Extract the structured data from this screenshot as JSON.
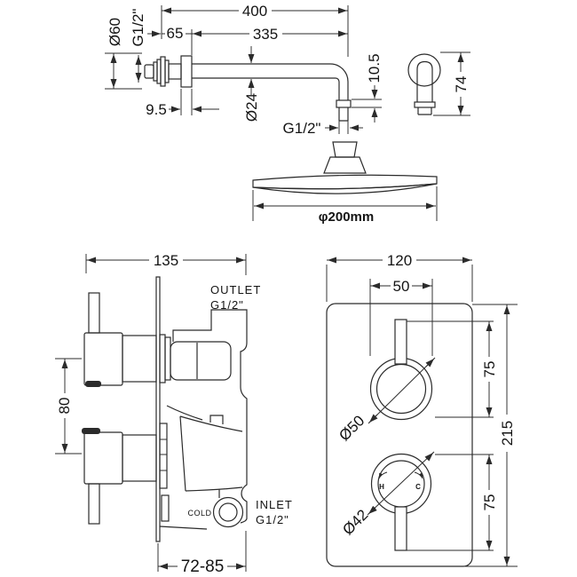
{
  "meta": {
    "background": "#ffffff",
    "line_color": "#2b2b2b",
    "text_color": "#141414",
    "description": "Technical dimension drawing of a wall-mounted shower arm with round shower head and a twin concealed thermostatic shower valve (side and front elevations)"
  },
  "arm": {
    "dim_overall": "400",
    "dim_wall_offset": "65",
    "dim_reach": "335",
    "flange_dia": "Ø60",
    "wall_thread": "G1/2\"",
    "flange_thickness": "9.5",
    "tube_dia": "Ø24",
    "collar_height": "10.5",
    "drop_thread": "G1/2\"",
    "head_dia": "φ200mm",
    "side_view_height": "74"
  },
  "valve_side": {
    "dim_width": "135",
    "outlet_label": "OUTLET",
    "outlet_thread": "G1/2\"",
    "dim_handle_spacing": "80",
    "cold_label": "COLD",
    "inlet_label": "INLET",
    "inlet_thread": "G1/2\"",
    "dim_depth": "72-85"
  },
  "valve_front": {
    "dim_width": "120",
    "dim_handle_width": "50",
    "dim_top_spacing": "75",
    "dim_height": "215",
    "dim_bottom_spacing": "75",
    "top_knob_dia": "Ø50",
    "bottom_knob_dia": "Ø42",
    "hot_label": "H",
    "cold_label": "C"
  }
}
